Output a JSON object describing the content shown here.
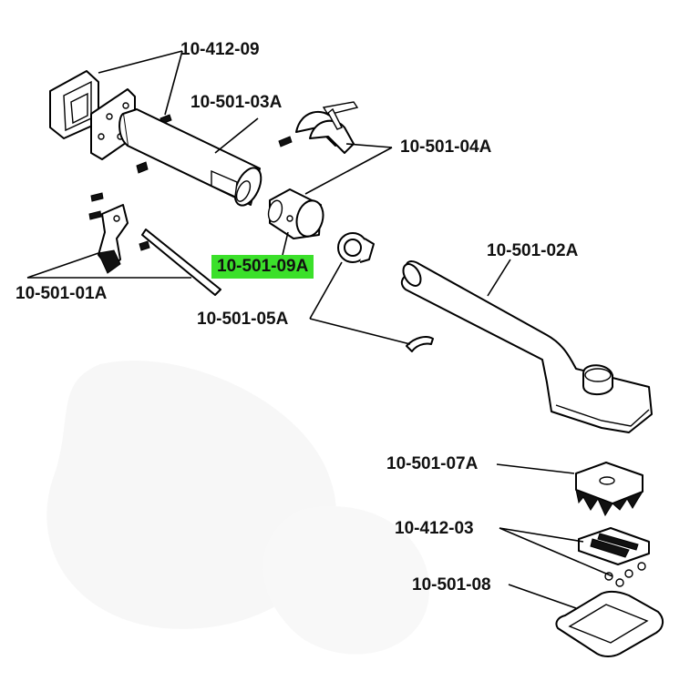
{
  "diagram": {
    "labels": {
      "p_10_412_09": "10-412-09",
      "p_10_501_03A": "10-501-03A",
      "p_10_501_04A": "10-501-04A",
      "p_10_501_09A": "10-501-09A",
      "p_10_501_01A": "10-501-01A",
      "p_10_501_05A": "10-501-05A",
      "p_10_501_02A": "10-501-02A",
      "p_10_501_07A": "10-501-07A",
      "p_10_412_03": "10-412-03",
      "p_10_501_08": "10-501-08"
    },
    "highlight_color": "#3be02a",
    "highlighted_part": "10-501-09A"
  }
}
